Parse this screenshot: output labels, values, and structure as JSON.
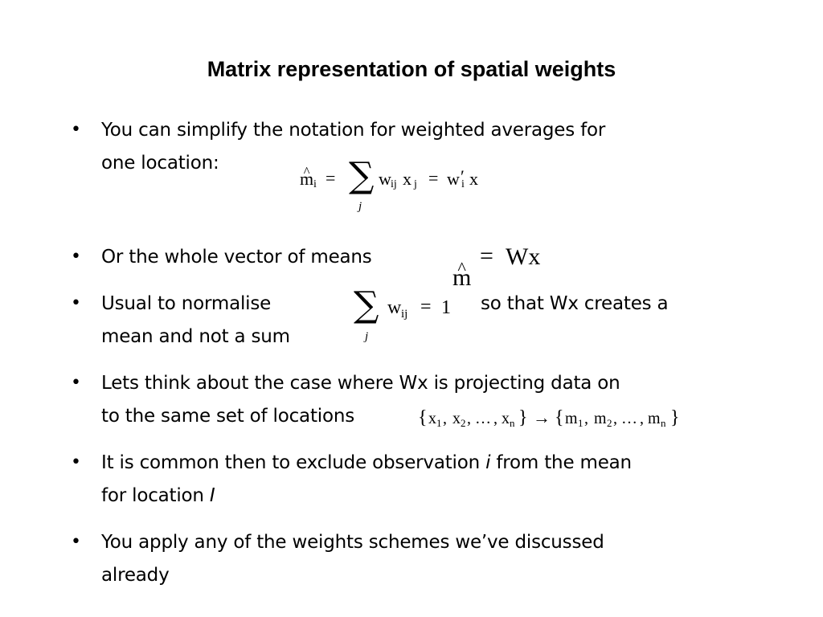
{
  "slide": {
    "title": "Matrix representation of spatial weights",
    "bullets": [
      {
        "line1": "You can simplify the notation for weighted averages for",
        "line2": "one location:"
      },
      {
        "line1": "Or the whole vector of means"
      },
      {
        "line1a": "Usual to normalise",
        "line1b": "so that Wx creates a",
        "line2": "mean and not a sum"
      },
      {
        "line1": "Lets think about the case where Wx is projecting data on",
        "line2": "to the same set of locations"
      },
      {
        "line1a": "It is common then to exclude observation ",
        "line1i": "i",
        "line1b": " from the mean",
        "line2a": "for location ",
        "line2i": "I"
      },
      {
        "line1": "You apply any of the weights schemes we’ve discussed",
        "line2": "already"
      }
    ],
    "bullet_symbol": "•"
  },
  "formulas": {
    "f1": {
      "m": "m",
      "i": "i",
      "eq": "=",
      "sum_index": "j",
      "w": "w",
      "ij": "ij",
      "x": "x",
      "j": "j",
      "eq2": "=",
      "wvec": "w",
      "prime": "′",
      "i2": "i",
      "xvec": "x"
    },
    "f2": {
      "m": "m",
      "eq": "=",
      "rhs": "Wx"
    },
    "f3": {
      "sum_index": "j",
      "w": "w",
      "ij": "ij",
      "eq": "=",
      "one": "1"
    },
    "f4": {
      "lbrace": "{",
      "x": "x",
      "s1": "1",
      "s2": "2",
      "sn": "n",
      "comma": ",",
      "dots": "…",
      "rbrace": "}",
      "arrow": "→",
      "m": "m"
    }
  }
}
